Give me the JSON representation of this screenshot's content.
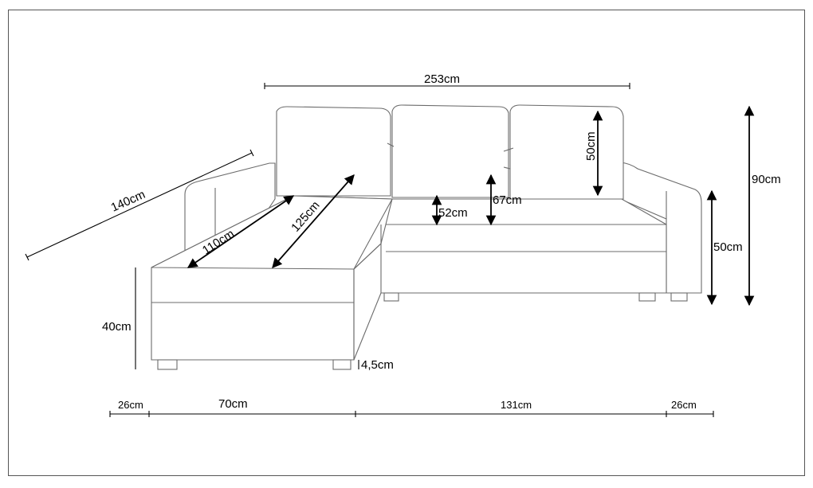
{
  "dimensions": {
    "total_width": "253cm",
    "chaise_length": "140cm",
    "chaise_diag_110": "110cm",
    "chaise_diag_125": "125cm",
    "back_cushion_height": "50cm",
    "seat_depth_67": "67cm",
    "seat_depth_52": "52cm",
    "total_height": "90cm",
    "arm_height": "50cm",
    "seat_height": "40cm",
    "leg_height": "4,5cm",
    "bottom_26_left": "26cm",
    "bottom_70": "70cm",
    "bottom_131": "131cm",
    "bottom_26_right": "26cm"
  }
}
